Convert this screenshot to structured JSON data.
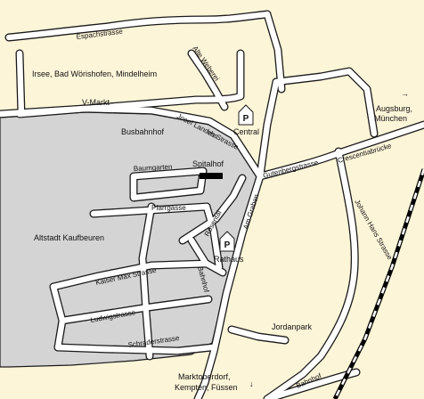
{
  "map": {
    "colors": {
      "background": "#fdf5d8",
      "old_town_area": "#d4d4d4",
      "road_fill": "#ffffff",
      "road_edge": "#1a1a1a",
      "railway": "#000000"
    },
    "streets": {
      "espachstrasse": "Espachstrasse",
      "alte_weberei": "Alte Weberei",
      "v_markt": "V-Markt",
      "josef_landes_strasse": "Josef Landes Strasse",
      "vhs": "vhs",
      "gutenbergstrasse": "Gutenbergstrasse",
      "crescentiabruecke": "Crescentiabrücke",
      "baumgarten": "Baumgarten",
      "pfarrgasse": "Pfarrgasse",
      "rosental": "Rosental",
      "am_graben": "Am Graben",
      "kaiser_max_strasse": "Kaiser Max Strasse",
      "bahnhofstrasse_short": "Bahnhof",
      "ludwigstrasse": "Ludwigstrasse",
      "schraderstrasse": "Schraderstrasse",
      "johann_hans_strasse": "Johann Hans Strasse",
      "bahnhof_bottom": "Bahnhof"
    },
    "places": {
      "busbahnhof": "Busbahnhof",
      "spitalhof": "Spitalhof",
      "altstadt": "Altstadt Kaufbeuren",
      "jordanpark": "Jordanpark",
      "rathaus": "Rathaus",
      "central": "Central"
    },
    "parking": {
      "central_symbol": "P",
      "rathaus_symbol": "P"
    },
    "destinations": {
      "irsee": "Irsee, Bad Wörishofen, Mindelheim",
      "augsburg_1": "Augsburg,",
      "augsburg_2": "München",
      "augsburg_arrow": "→",
      "marktoberdorf_1": "Marktoberdorf,",
      "marktoberdorf_2": "Kempten, Füssen",
      "south_arrow": "↓"
    }
  }
}
